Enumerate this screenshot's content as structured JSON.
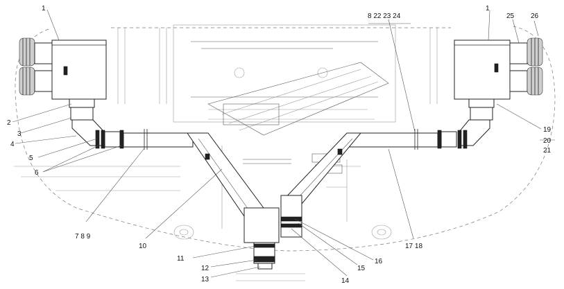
{
  "labels": {
    "l1_left": "1",
    "l1_right": "1",
    "l2": "2",
    "l3": "3",
    "l4": "4",
    "l5": "5",
    "l6": "6",
    "l789": "7 8 9",
    "l10": "10",
    "l11": "11",
    "l12": "12",
    "l13": "13",
    "l14": "14",
    "l15": "15",
    "l16": "16",
    "l1718": "17 18",
    "l19": "19",
    "l20": "20",
    "l21": "21",
    "l8_24": "8 22 23 24",
    "l25": "25",
    "l26": "26"
  }
}
